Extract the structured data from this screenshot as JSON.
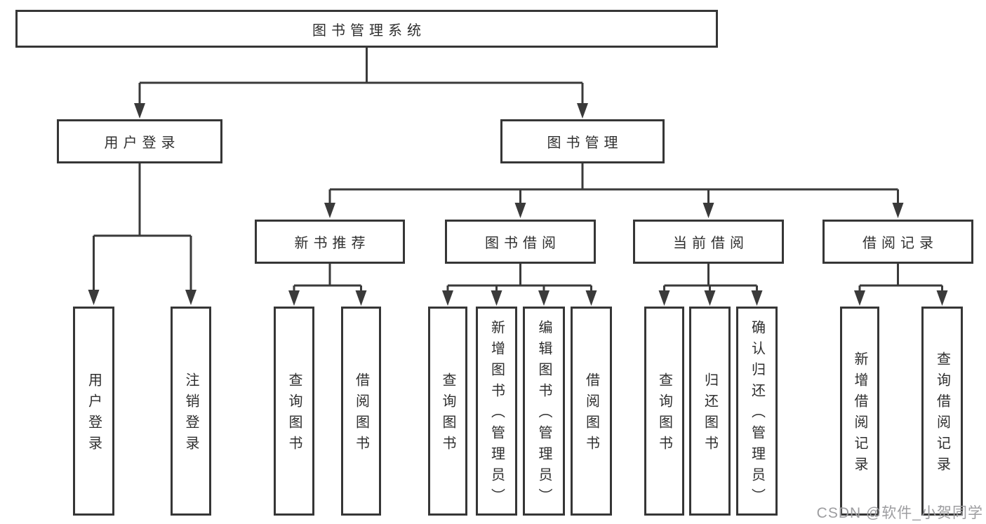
{
  "diagram": {
    "tree": {
      "label": "图书管理系统",
      "children": [
        {
          "label": "用户登录",
          "children": [
            {
              "label": "用户登录"
            },
            {
              "label": "注销登录"
            }
          ]
        },
        {
          "label": "图书管理",
          "children": [
            {
              "label": "新书推荐",
              "children": [
                {
                  "label": "查询图书"
                },
                {
                  "label": "借阅图书"
                }
              ]
            },
            {
              "label": "图书借阅",
              "children": [
                {
                  "label": "查询图书"
                },
                {
                  "label": "新增图书（管理员）"
                },
                {
                  "label": "编辑图书（管理员）"
                },
                {
                  "label": "借阅图书"
                }
              ]
            },
            {
              "label": "当前借阅",
              "children": [
                {
                  "label": "查询图书"
                },
                {
                  "label": "归还图书"
                },
                {
                  "label": "确认归还（管理员）"
                }
              ]
            },
            {
              "label": "借阅记录",
              "children": [
                {
                  "label": "新增借阅记录"
                },
                {
                  "label": "查询借阅记录"
                }
              ]
            }
          ]
        }
      ]
    },
    "colors": {
      "box_border": "#363636",
      "connector": "#3a3a3a",
      "text": "#2f2f2f",
      "background": "#ffffff",
      "watermark": "#9d9da0"
    }
  },
  "watermark": {
    "text": "CSDN @软件_小贺同学"
  }
}
